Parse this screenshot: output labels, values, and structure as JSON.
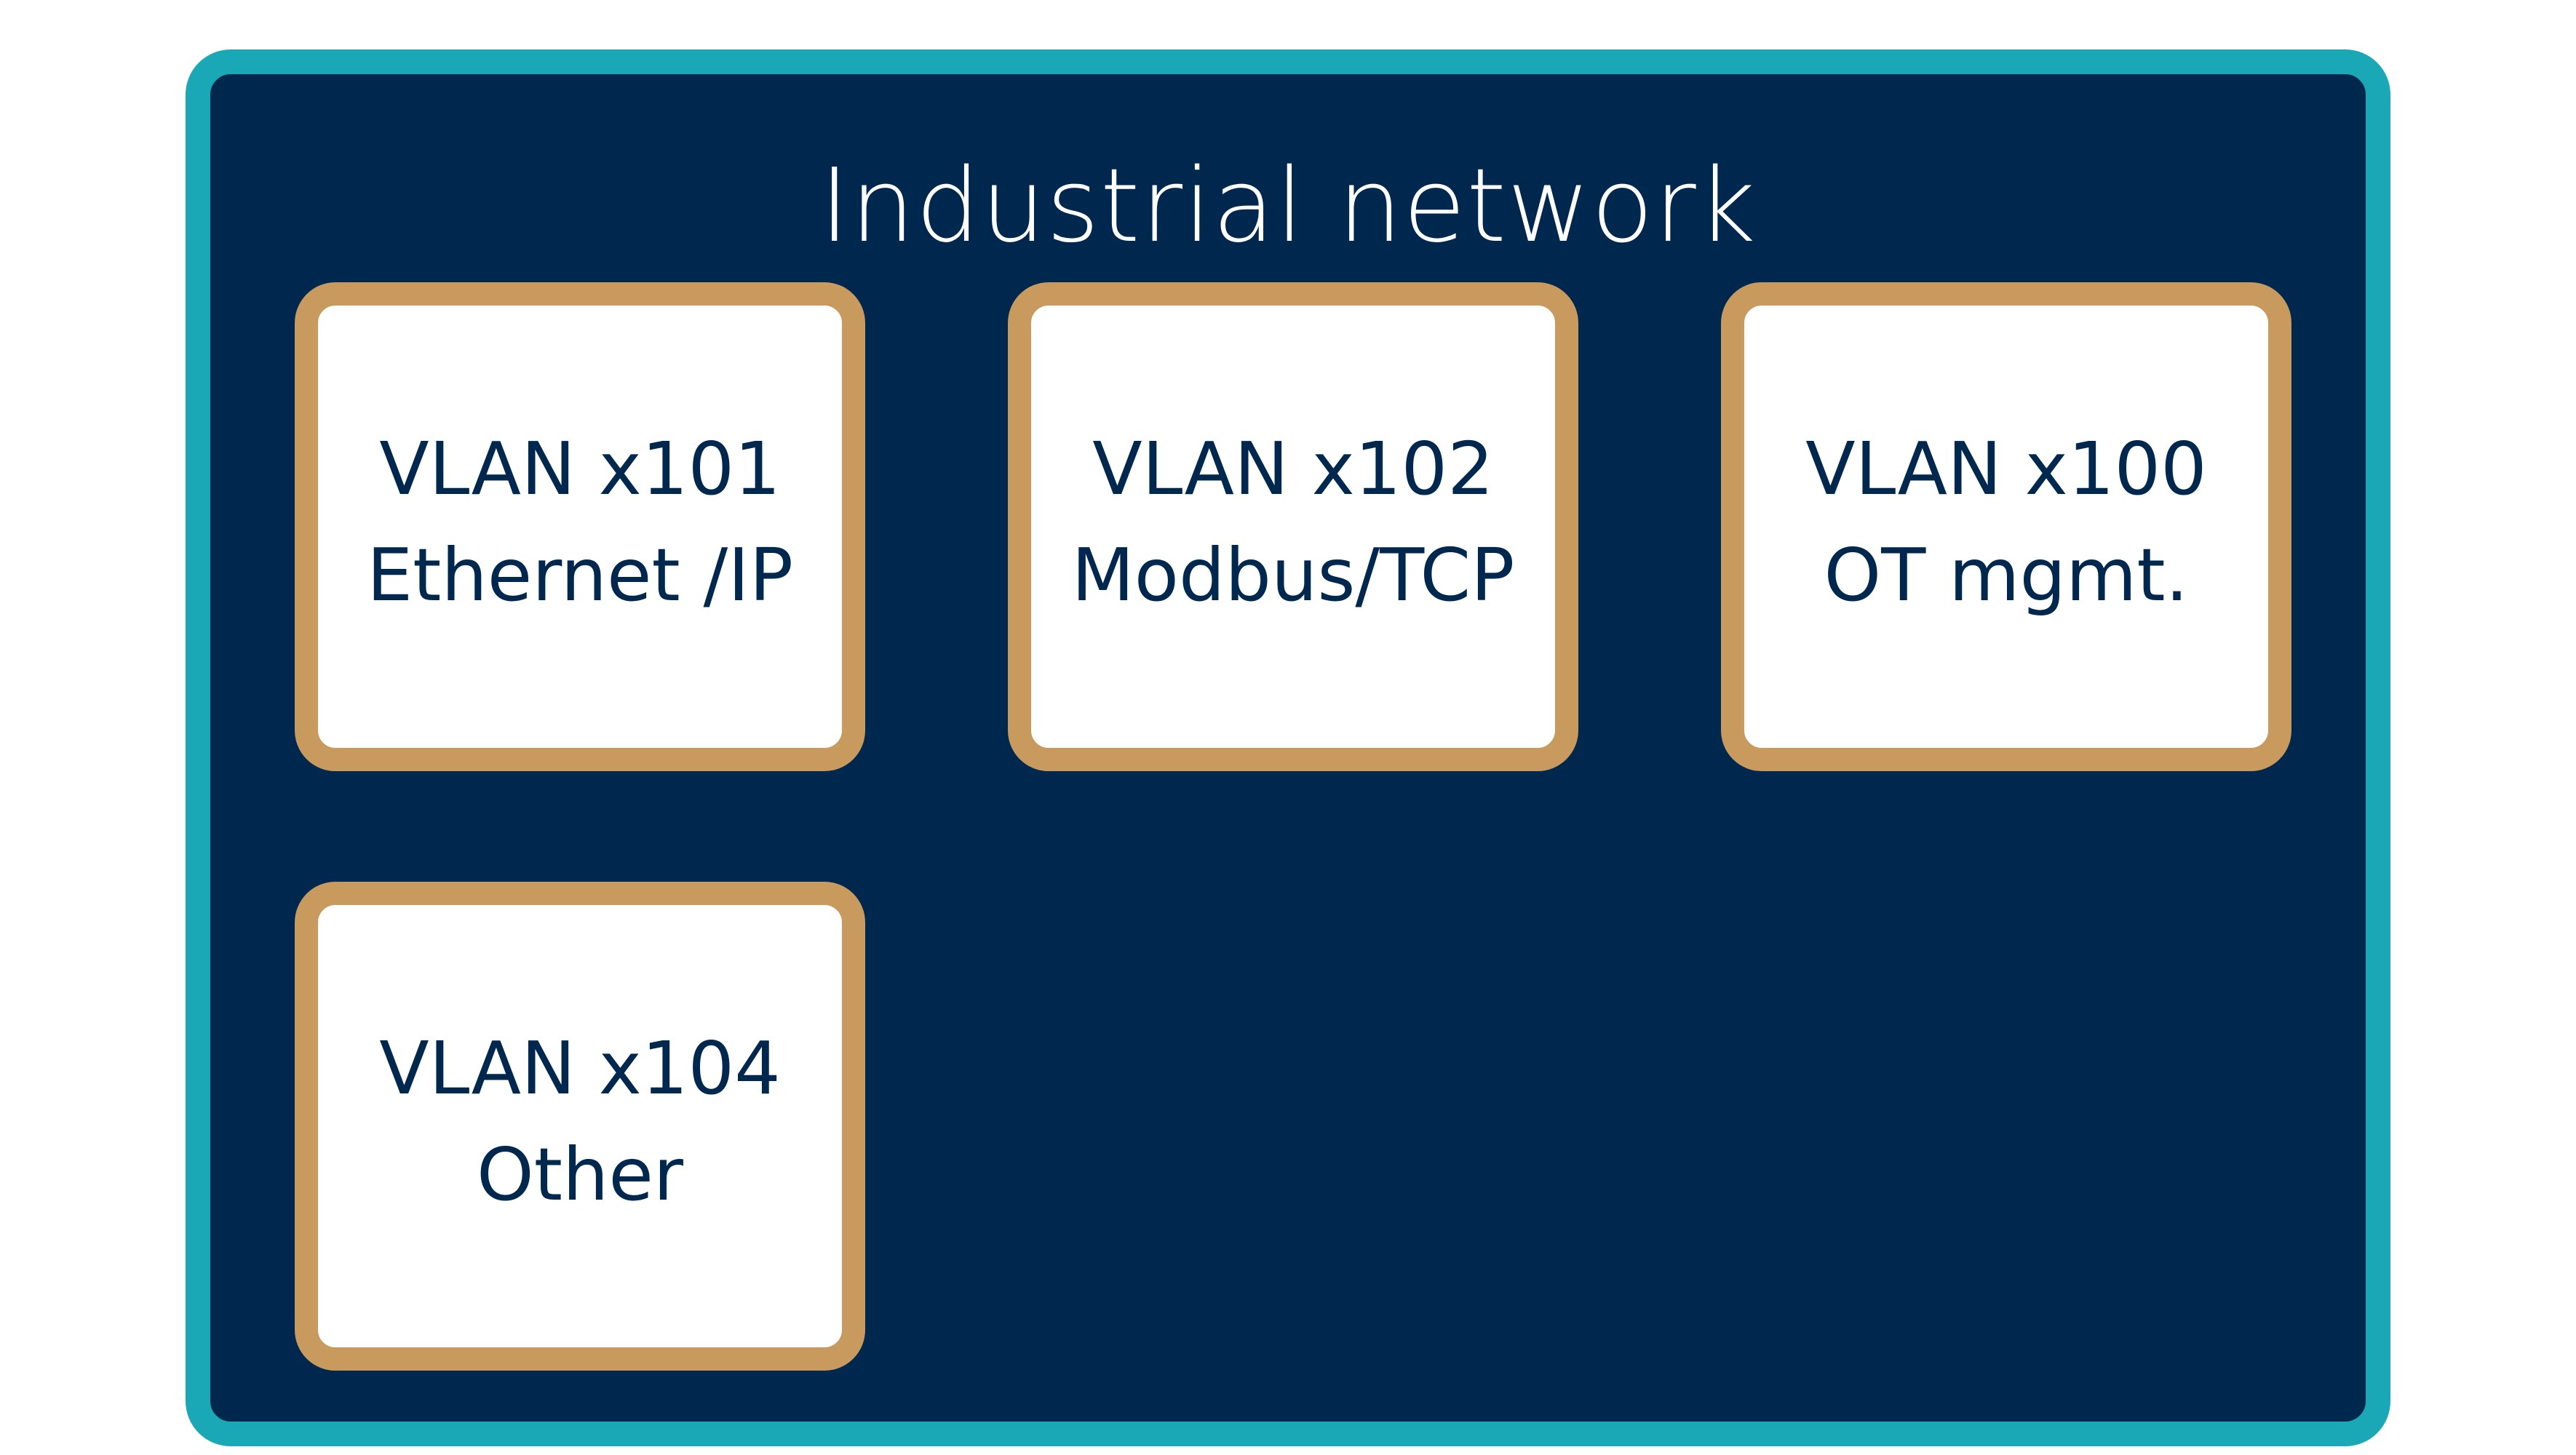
{
  "title": "Industrial network",
  "colors": {
    "outer_border": "#1aa8b7",
    "network_fill": "#00284f",
    "box_border": "#c99a5e",
    "box_fill": "#ffffff",
    "box_text": "#00284f",
    "title_text": "#ffffff"
  },
  "vlans": [
    {
      "id": "VLAN x101",
      "label": "Ethernet /IP"
    },
    {
      "id": "VLAN x102",
      "label": "Modbus/TCP"
    },
    {
      "id": "VLAN x100",
      "label": "OT mgmt."
    },
    {
      "id": "VLAN x104",
      "label": "Other"
    }
  ]
}
